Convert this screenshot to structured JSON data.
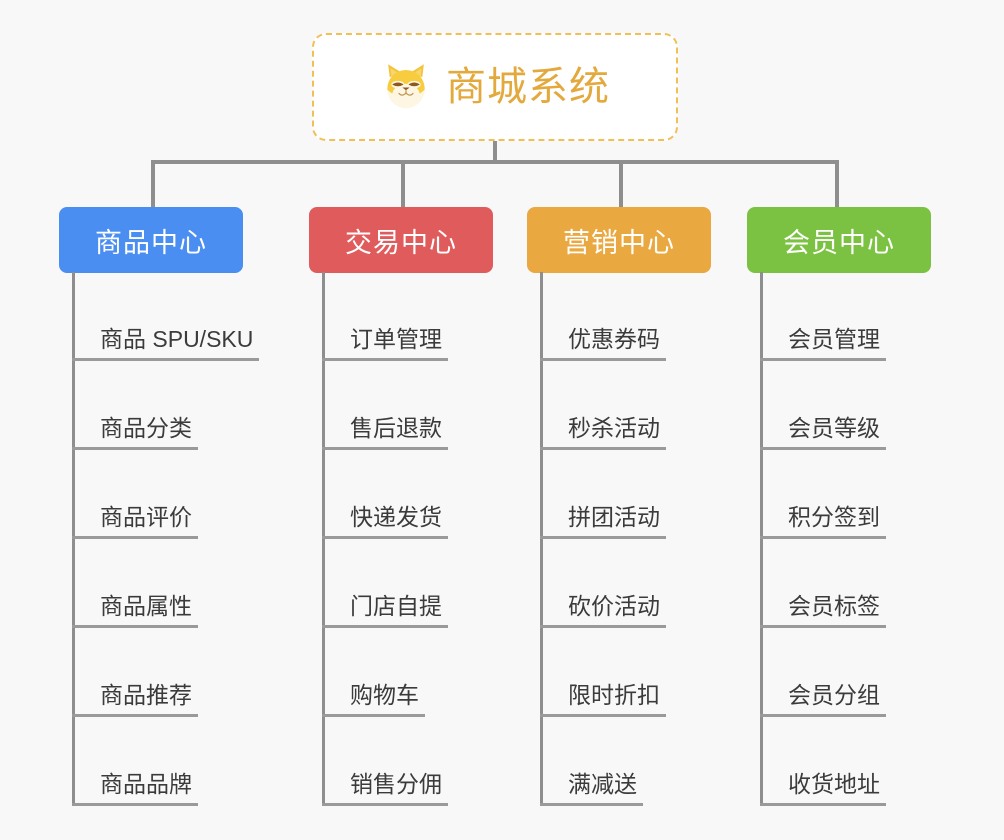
{
  "canvas": {
    "background": "#f8f8f8",
    "connector_color": "#8e8e8e",
    "leaf_text_color": "#3b3b3b",
    "leaf_underline_color": "#9a9a9a"
  },
  "root": {
    "title": "商城系统",
    "icon": "shiba-dog-face-icon",
    "text_color": "#e3a93c",
    "border_color": "#f0c057",
    "background": "#ffffff"
  },
  "branches": [
    {
      "label": "商品中心",
      "color": "#4a8ef1",
      "items": [
        "商品 SPU/SKU",
        "商品分类",
        "商品评价",
        "商品属性",
        "商品推荐",
        "商品品牌"
      ]
    },
    {
      "label": "交易中心",
      "color": "#e05c5c",
      "items": [
        "订单管理",
        "售后退款",
        "快递发货",
        "门店自提",
        "购物车",
        "销售分佣"
      ]
    },
    {
      "label": "营销中心",
      "color": "#eaa940",
      "items": [
        "优惠券码",
        "秒杀活动",
        "拼团活动",
        "砍价活动",
        "限时折扣",
        "满减送"
      ]
    },
    {
      "label": "会员中心",
      "color": "#7cc košti"
    }
  ]
}
